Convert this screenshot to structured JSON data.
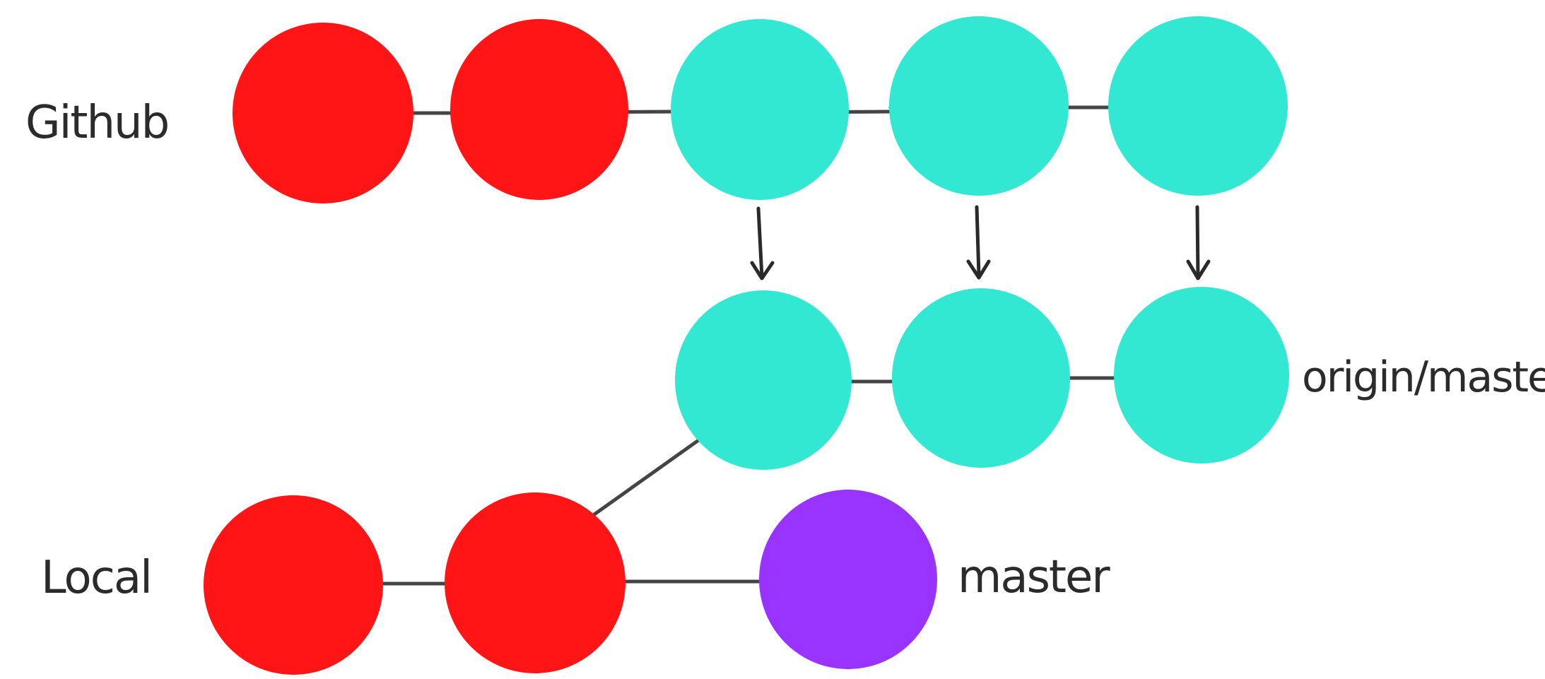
{
  "labels": {
    "remote": "Github",
    "local": "Local",
    "tracking_branch": "origin/master",
    "local_branch": "master"
  },
  "colors": {
    "shared_commit": "#ff1515",
    "new_remote_commit": "#33e8d2",
    "new_local_commit": "#9933ff",
    "line": "#444444"
  },
  "rows": {
    "github": [
      "shared",
      "shared",
      "new-remote",
      "new-remote",
      "new-remote"
    ],
    "origin_master": [
      "new-remote",
      "new-remote",
      "new-remote"
    ],
    "local": [
      "shared",
      "shared",
      "new-local"
    ]
  }
}
